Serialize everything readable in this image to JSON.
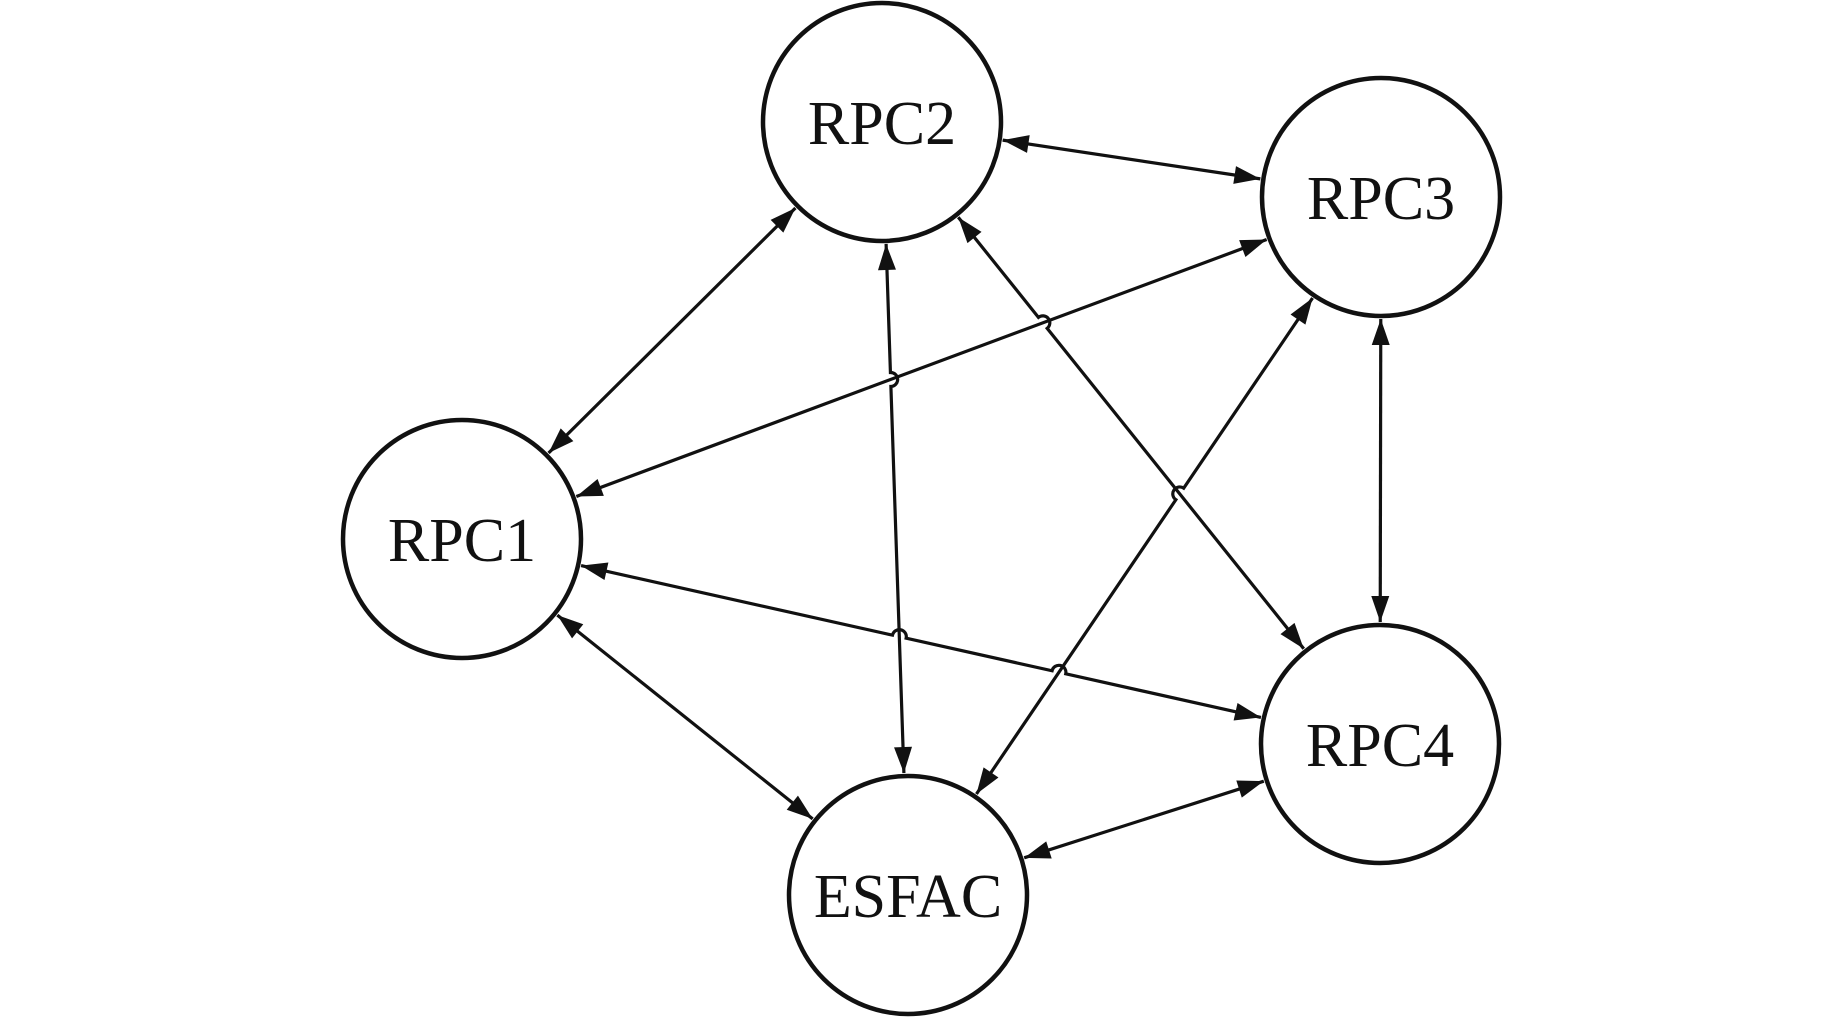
{
  "diagram": {
    "type": "directed-graph",
    "line_color": "#111111",
    "background": "#ffffff",
    "nodes": [
      {
        "id": "RPC1",
        "label": "RPC1"
      },
      {
        "id": "RPC2",
        "label": "RPC2"
      },
      {
        "id": "RPC3",
        "label": "RPC3"
      },
      {
        "id": "RPC4",
        "label": "RPC4"
      },
      {
        "id": "ESFAC",
        "label": "ESFAC"
      }
    ],
    "edges": [
      {
        "from": "RPC1",
        "to": "RPC2",
        "bidirectional": true
      },
      {
        "from": "RPC2",
        "to": "RPC3",
        "bidirectional": true
      },
      {
        "from": "RPC1",
        "to": "RPC3",
        "bidirectional": true
      },
      {
        "from": "RPC2",
        "to": "ESFAC",
        "bidirectional": true
      },
      {
        "from": "RPC2",
        "to": "RPC4",
        "bidirectional": true
      },
      {
        "from": "RPC3",
        "to": "ESFAC",
        "bidirectional": true
      },
      {
        "from": "RPC3",
        "to": "RPC4",
        "bidirectional": true
      },
      {
        "from": "RPC1",
        "to": "RPC4",
        "bidirectional": true
      },
      {
        "from": "RPC1",
        "to": "ESFAC",
        "bidirectional": true
      },
      {
        "from": "RPC4",
        "to": "ESFAC",
        "bidirectional": true
      }
    ]
  }
}
